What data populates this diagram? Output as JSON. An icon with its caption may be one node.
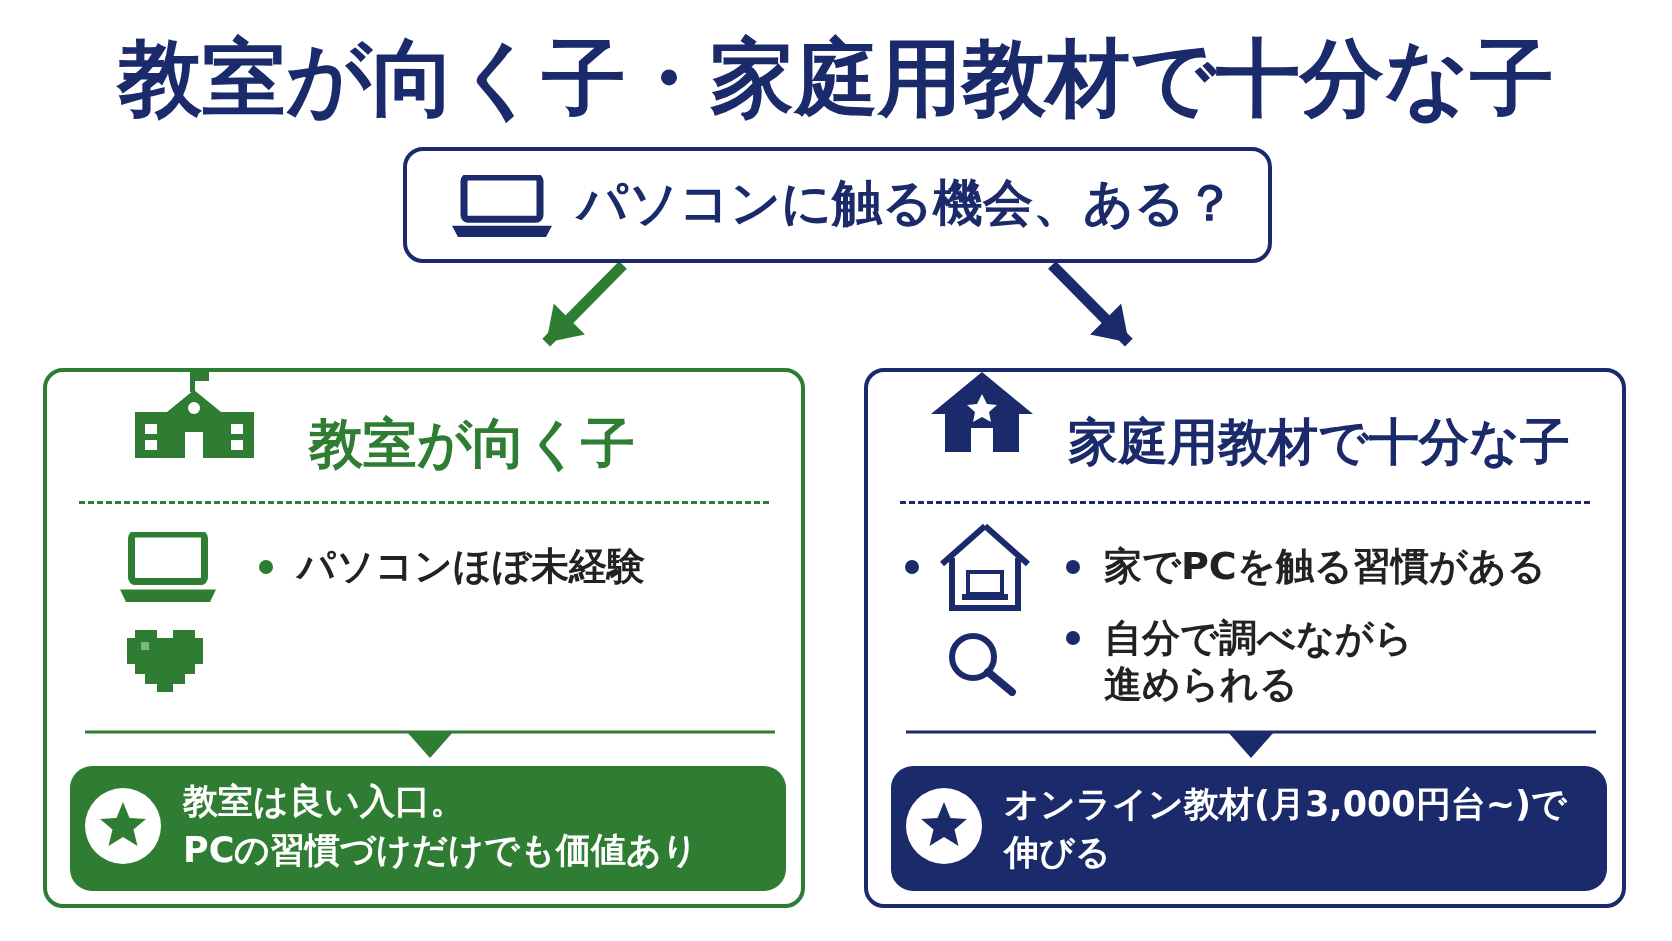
{
  "diagram": {
    "title": "教室が向く子・家庭用教材で十分な子",
    "nodes": [
      {
        "text": [
          "パソコンに触る機会、ある？"
        ]
      },
      {
        "text": [
          "教室が向く子",
          "パソコンほぼ未経験"
        ]
      },
      {
        "text": [
          "教室は良い入口。",
          "PCの習慣づけだけでも価値あり"
        ],
        "in": 1
      },
      {
        "text": [
          "家庭用教材で十分な子",
          "家でPCを触る習慣がある",
          "自分で調べながら進められる"
        ]
      },
      {
        "text": [
          "オンライン教材(月3,000円台~)で伸びる"
        ],
        "in": 3
      }
    ],
    "edges": [
      {
        "from": 0,
        "to": 1,
        "arrow": "to",
        "color": "#2e7d32"
      },
      {
        "from": 0,
        "to": 3,
        "arrow": "to",
        "color": "#1b2a6b"
      }
    ]
  }
}
